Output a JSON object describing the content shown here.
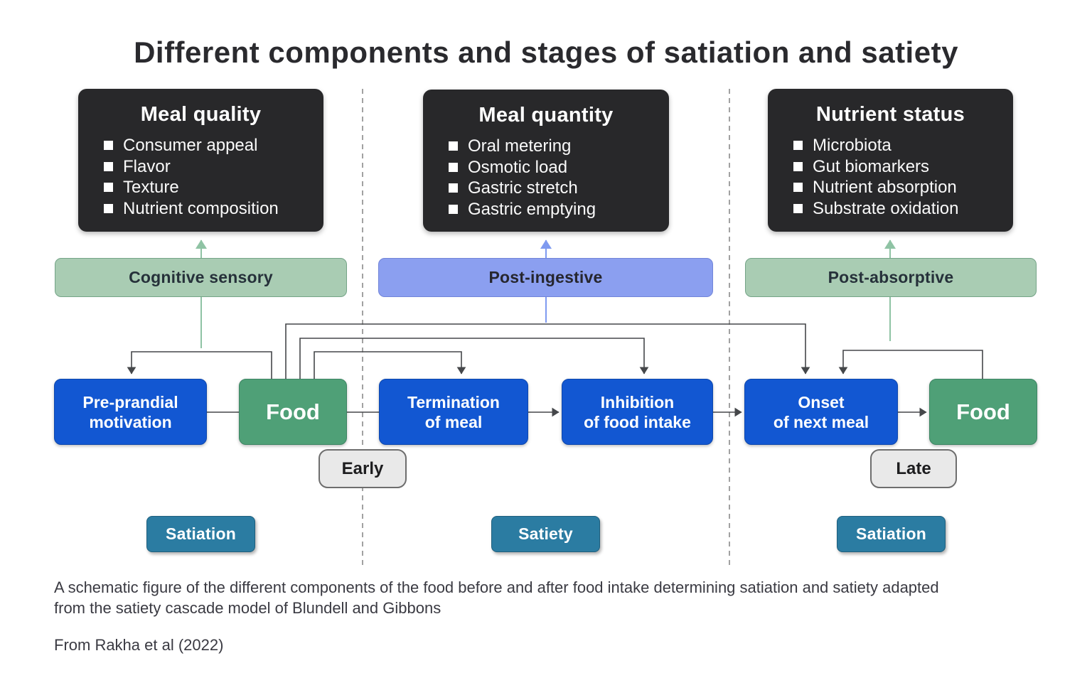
{
  "title": "Different components and stages of satiation and satiety",
  "panels": [
    {
      "title": "Meal quality",
      "items": [
        "Consumer appeal",
        "Flavor",
        "Texture",
        "Nutrient composition"
      ]
    },
    {
      "title": "Meal quantity",
      "items": [
        "Oral metering",
        "Osmotic load",
        "Gastric stretch",
        "Gastric emptying"
      ]
    },
    {
      "title": "Nutrient status",
      "items": [
        "Microbiota",
        "Gut biomarkers",
        "Nutrient absorption",
        "Substrate oxidation"
      ]
    }
  ],
  "stage_bars": [
    {
      "label": "Cognitive sensory"
    },
    {
      "label": "Post-ingestive"
    },
    {
      "label": "Post-absorptive"
    }
  ],
  "flow_boxes": [
    {
      "lines": [
        "Pre-prandial",
        "motivation"
      ]
    },
    {
      "lines": [
        "Food"
      ]
    },
    {
      "lines": [
        "Termination",
        "of meal"
      ]
    },
    {
      "lines": [
        "Inhibition",
        "of food intake"
      ]
    },
    {
      "lines": [
        "Onset",
        "of next meal"
      ]
    },
    {
      "lines": [
        "Food"
      ]
    }
  ],
  "time_labels": [
    {
      "label": "Early"
    },
    {
      "label": "Late"
    }
  ],
  "phase_labels": [
    {
      "label": "Satiation"
    },
    {
      "label": "Satiety"
    },
    {
      "label": "Satiation"
    }
  ],
  "caption": {
    "line1": "A schematic figure of the different components of the food before and after food intake determining satiation and satiety adapted",
    "line2": "from the satiety cascade model of Blundell and Gibbons",
    "source": "From Rakha et al (2022)"
  },
  "colors": {
    "black_panel": "#28282a",
    "blue_box": "#1257d2",
    "green_box": "#4fa077",
    "teal_box": "#2b7ca2",
    "green_bar": "#a9ccb3",
    "periwinkle_bar": "#8b9ff0",
    "gray_tag": "#e9e9e9",
    "arrow_green": "#8fc3a4",
    "arrow_blue": "#7f9af0",
    "connector_line": "#45474a"
  }
}
